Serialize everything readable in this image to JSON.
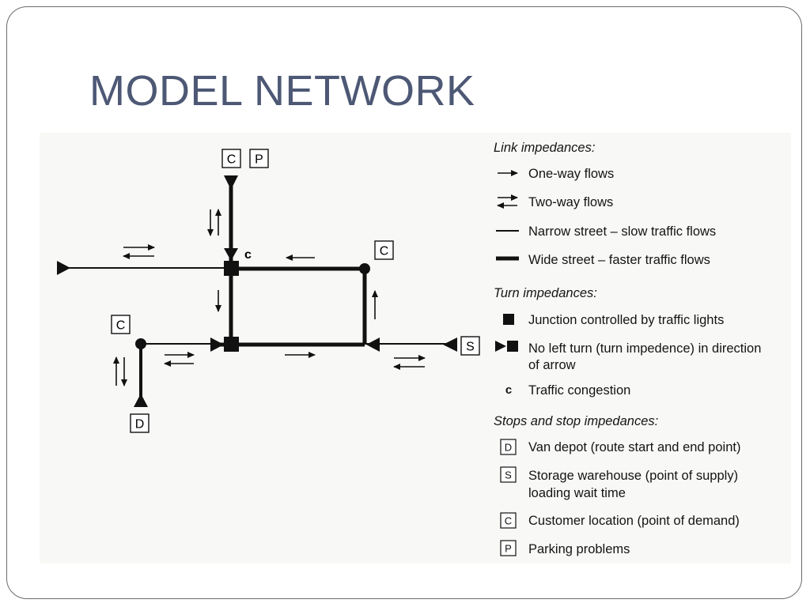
{
  "slide": {
    "title": "MODEL NETWORK"
  },
  "diagram": {
    "node_labels": {
      "customer": "C",
      "parking": "P",
      "depot": "D",
      "storage": "S",
      "congestion": "c"
    }
  },
  "legend": {
    "link_heading": "Link impedances:",
    "link_items": [
      {
        "icon": "one-way-arrow-icon",
        "text": "One-way flows"
      },
      {
        "icon": "two-way-arrow-icon",
        "text": "Two-way flows"
      },
      {
        "icon": "thin-line-icon",
        "text": "Narrow street – slow traffic flows"
      },
      {
        "icon": "thick-line-icon",
        "text": "Wide street – faster traffic flows"
      }
    ],
    "turn_heading": "Turn impedances:",
    "turn_items": [
      {
        "icon": "traffic-light-square-icon",
        "text": "Junction controlled by traffic lights"
      },
      {
        "icon": "no-left-turn-icon",
        "lines": [
          "No left turn (turn impedence) in direction",
          "of arrow"
        ]
      },
      {
        "icon": "congestion-c-icon",
        "symbol": "c",
        "text": "Traffic congestion"
      }
    ],
    "stops_heading": "Stops and stop impedances:",
    "stop_items": [
      {
        "icon": "depot-box-icon",
        "symbol": "D",
        "lines": [
          "Van depot (route start and end point)"
        ]
      },
      {
        "icon": "storage-box-icon",
        "symbol": "S",
        "lines": [
          "Storage warehouse (point of supply)",
          "loading wait time"
        ]
      },
      {
        "icon": "customer-box-icon",
        "symbol": "C",
        "lines": [
          "Customer location (point of demand)"
        ]
      },
      {
        "icon": "parking-box-icon",
        "symbol": "P",
        "lines": [
          "Parking problems"
        ]
      }
    ]
  }
}
